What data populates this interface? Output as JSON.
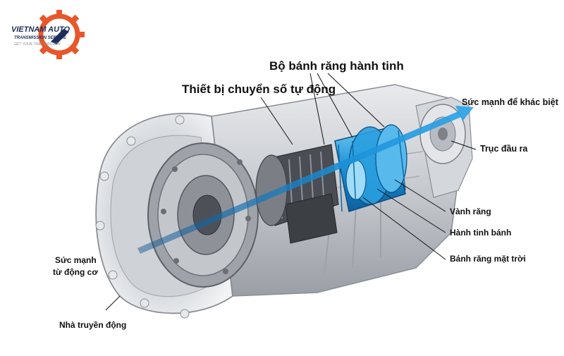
{
  "logo": {
    "name": "VIETNAM AUTO",
    "subtitle": "TRANSMISSION SERVICE",
    "tagline": "GET YOUR TRANSMISSION"
  },
  "labels": {
    "planetary_gearset": "Bộ bánh răng hành tinh",
    "automatic_shifter": "Thiết bị chuyển số tự động",
    "output_power": "Sức mạnh để khác biệt",
    "output_shaft": "Trục đầu ra",
    "ring_gear": "Vành răng",
    "planet_gear": "Hành tinh bánh",
    "sun_gear": "Bánh răng mặt trời",
    "input_power_line1": "Sức mạnh",
    "input_power_line2": "từ động cơ",
    "housing": "Nhà truyền động"
  },
  "colors": {
    "accent_blue": "#1a8fd6",
    "logo_orange": "#e8562a",
    "logo_navy": "#1c2d5a",
    "housing_gray": "#c9ccd1"
  }
}
